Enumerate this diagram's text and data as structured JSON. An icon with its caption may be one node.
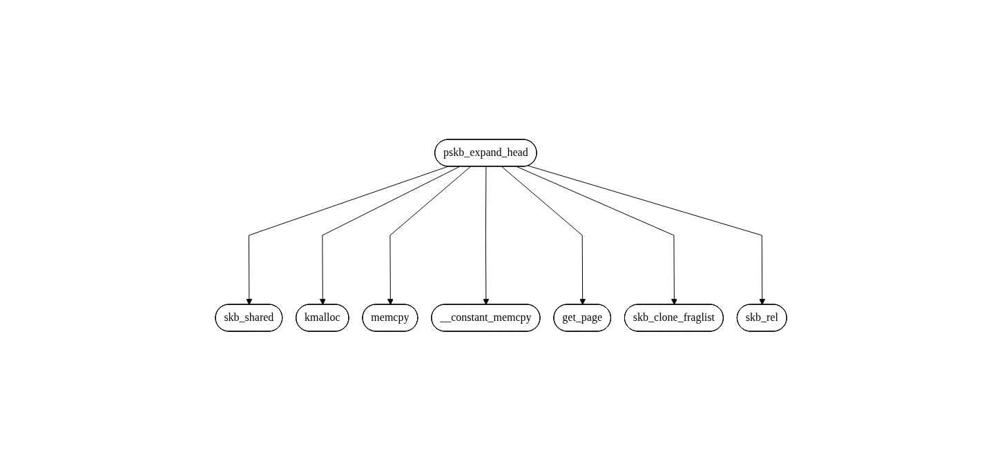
{
  "diagram": {
    "nodes": [
      {
        "text": [
          "pskb_expand_head"
        ]
      },
      {
        "text": [
          "skb_shared"
        ]
      },
      {
        "text": [
          "kmalloc"
        ]
      },
      {
        "text": [
          "memcpy"
        ]
      },
      {
        "text": [
          "__constant_memcpy"
        ]
      },
      {
        "text": [
          "get_page"
        ]
      },
      {
        "text": [
          "skb_clone_fraglist"
        ]
      },
      {
        "text": [
          "skb_rel"
        ]
      }
    ],
    "edges": [
      {
        "from": 0,
        "to": 1,
        "arrow": "to"
      },
      {
        "from": 0,
        "to": 2,
        "arrow": "to"
      },
      {
        "from": 0,
        "to": 3,
        "arrow": "to"
      },
      {
        "from": 0,
        "to": 4,
        "arrow": "to"
      },
      {
        "from": 0,
        "to": 5,
        "arrow": "to"
      },
      {
        "from": 0,
        "to": 6,
        "arrow": "to"
      },
      {
        "from": 0,
        "to": 7,
        "arrow": "to"
      }
    ]
  }
}
